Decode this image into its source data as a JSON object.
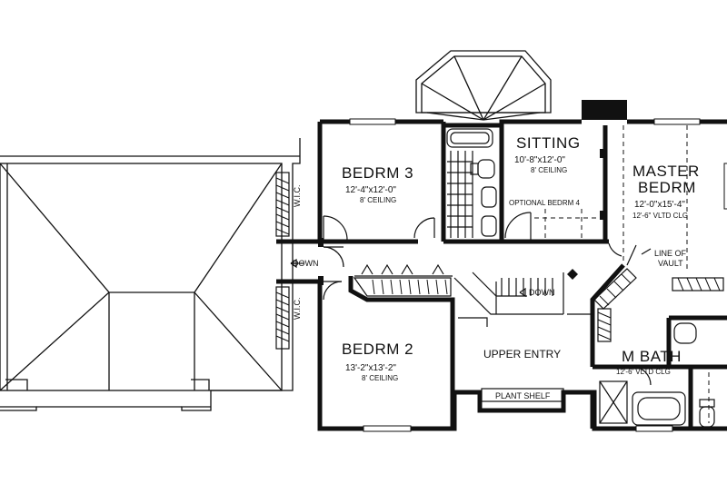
{
  "rooms": {
    "bedrm3": {
      "name": "BEDRM 3",
      "dims": "12'-4\"x12'-0\"",
      "ceiling": "8' CEILING"
    },
    "bedrm2": {
      "name": "BEDRM 2",
      "dims": "13'-2\"x13'-2\"",
      "ceiling": "8' CEILING"
    },
    "sitting": {
      "name": "SITTING",
      "dims": "10'-8\"x12'-0\"",
      "ceiling": "8' CEILING",
      "note": "OPTIONAL BEDRM 4"
    },
    "master": {
      "name_line1": "MASTER",
      "name_line2": "BEDRM",
      "dims": "12'-0\"x15'-4\"",
      "ceiling": "12'-6\" VLTD CLG"
    },
    "mbath": {
      "name": "M BATH",
      "ceiling": "12'-6' VLTD CLG"
    },
    "upper_entry": {
      "name": "UPPER ENTRY"
    }
  },
  "labels": {
    "wic_top": "W.I.C.",
    "wic_bottom": "W.I.C.",
    "down_left": "DOWN",
    "down_stair": "DOWN",
    "line_of_vault_1": "LINE OF",
    "line_of_vault_2": "VAULT",
    "plant_shelf": "PLANT SHELF"
  }
}
